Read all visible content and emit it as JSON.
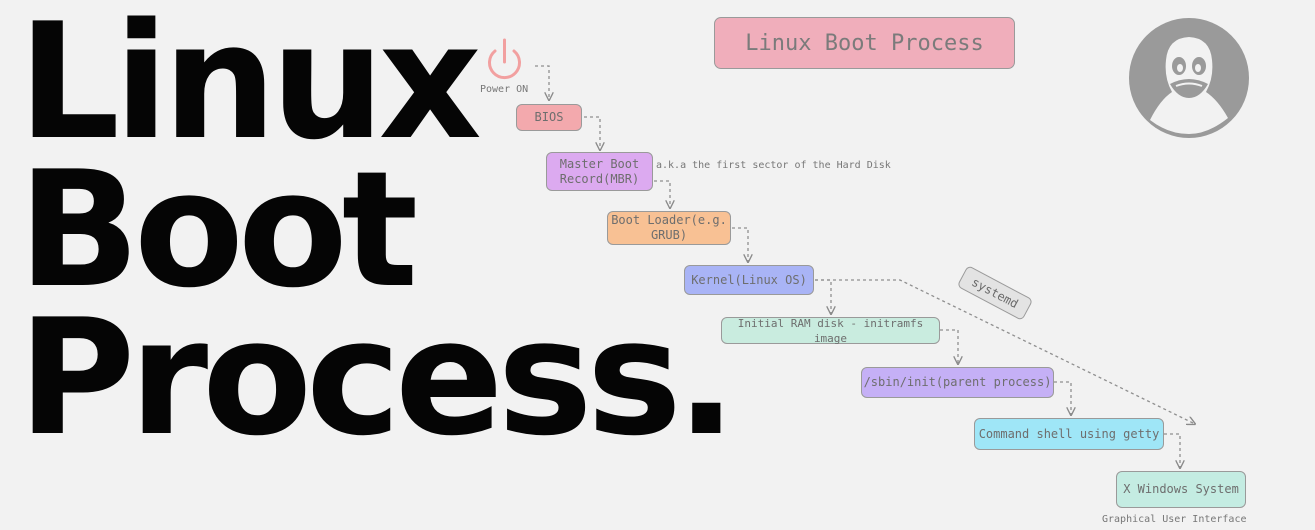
{
  "headline": {
    "line1": "Linux",
    "line2": "Boot",
    "line3": "Process."
  },
  "diagram": {
    "title": "Linux Boot Process",
    "power_label": "Power ON",
    "steps": {
      "bios": "BIOS",
      "mbr_line1": "Master Boot",
      "mbr_line2": "Record(MBR)",
      "bootloader_line1": "Boot Loader(e.g.",
      "bootloader_line2": "GRUB)",
      "kernel": "Kernel(Linux OS)",
      "initramfs": "Initial RAM disk - initramfs image",
      "init": "/sbin/init(parent process)",
      "shell": "Command shell using getty",
      "xwindows": "X Windows System"
    },
    "mbr_note": "a.k.a the first sector of the Hard Disk",
    "systemd_label": "systemd",
    "gui_label": "Graphical User Interface"
  },
  "colors": {
    "bios": "#f3a9ad",
    "mbr": "#dcaaf0",
    "bootloader": "#f8c194",
    "kernel": "#a9b4f6",
    "initramfs": "#c9ecdf",
    "init": "#c5b0f6",
    "shell": "#9fe6f7",
    "xwindows": "#c4ece2",
    "power_icon": "#f2a0a0",
    "logo": "#9a9a9a"
  }
}
